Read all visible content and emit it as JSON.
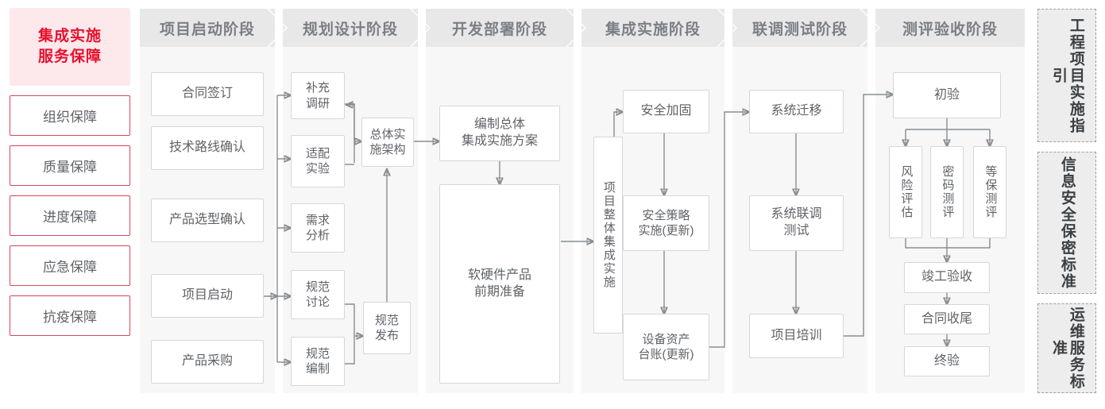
{
  "hero": {
    "line1": "集成实施",
    "line2": "服务保障",
    "color": "#e8112d",
    "bg": "#fde8ec"
  },
  "guarantees": [
    {
      "label": "组织保障"
    },
    {
      "label": "质量保障"
    },
    {
      "label": "进度保障"
    },
    {
      "label": "应急保障"
    },
    {
      "label": "抗疫保障"
    }
  ],
  "phases": [
    {
      "title": "项目启动阶段"
    },
    {
      "title": "规划设计阶段"
    },
    {
      "title": "开发部署阶段"
    },
    {
      "title": "集成实施阶段"
    },
    {
      "title": "联调测试阶段"
    },
    {
      "title": "测评验收阶段"
    }
  ],
  "nodes": {
    "p1": [
      {
        "label": "合同签订"
      },
      {
        "label": "技术路线确认"
      },
      {
        "label": "产品选型确认"
      },
      {
        "label": "项目启动"
      },
      {
        "label": "产品采购"
      }
    ],
    "p2": [
      {
        "label": "补充\n调研"
      },
      {
        "label": "适配\n实验"
      },
      {
        "label": "需求\n分析"
      },
      {
        "label": "规范\n讨论"
      },
      {
        "label": "规范\n编制"
      },
      {
        "label": "总体实\n施架构"
      },
      {
        "label": "规范\n发布"
      }
    ],
    "p3": [
      {
        "label": "编制总体\n集成实施方案"
      },
      {
        "label": "软硬件产品\n前期准备"
      }
    ],
    "p4": [
      {
        "label": "项目整体集成实施"
      },
      {
        "label": "安全加固"
      },
      {
        "label": "安全策略\n实施(更新)"
      },
      {
        "label": "设备资产\n台账(更新)"
      }
    ],
    "p5": [
      {
        "label": "系统迁移"
      },
      {
        "label": "系统联调\n测试"
      },
      {
        "label": "项目培训"
      }
    ],
    "p6": [
      {
        "label": "初验"
      },
      {
        "label": "风险评估"
      },
      {
        "label": "密码测评"
      },
      {
        "label": "等保测评"
      },
      {
        "label": "竣工验收"
      },
      {
        "label": "合同收尾"
      },
      {
        "label": "终验"
      }
    ]
  },
  "standards": [
    {
      "label": "工程项目实施指引"
    },
    {
      "label": "信息安全保密标准"
    },
    {
      "label": "运维服务标准"
    }
  ],
  "colors": {
    "accent_red": "#e8112d",
    "border_red": "#d8455e",
    "panel_bg": "#f7f7f7",
    "ribbon_bg": "#e8e8e8",
    "node_border": "#d5d7da",
    "text_gray": "#5f6368",
    "connector": "#8a8d91"
  }
}
